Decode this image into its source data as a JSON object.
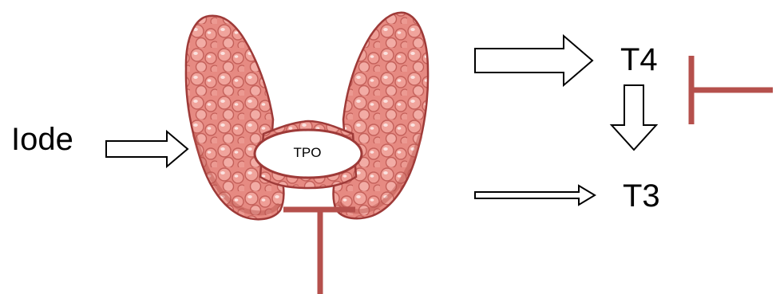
{
  "labels": {
    "iode": "Iode",
    "tpo": "TPO",
    "t4": "T4",
    "t3": "T3"
  },
  "colors": {
    "gland_fill": "#e4877f",
    "gland_outline": "#9e3a38",
    "gland_highlight": "#f7cfcb",
    "inhibitor": "#b5504c",
    "arrow_stroke": "#000000",
    "tpo_fill": "#ffffff"
  },
  "icons": [
    "thyroid-gland-illustration",
    "inhibition-bar",
    "hollow-arrow"
  ]
}
